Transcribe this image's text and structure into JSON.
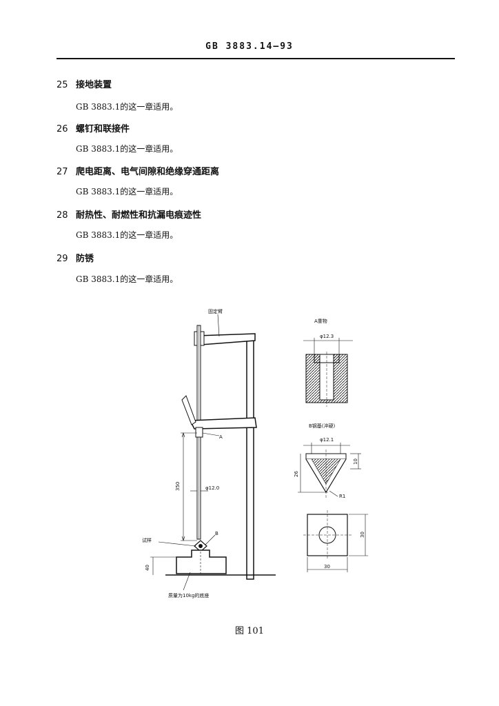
{
  "header": {
    "title": "GB 3883.14—93"
  },
  "sections": [
    {
      "number": "25",
      "title": "接地装置",
      "body": "GB 3883.1的这一章适用。"
    },
    {
      "number": "26",
      "title": "螺钉和联接件",
      "body": "GB 3883.1的这一章适用。"
    },
    {
      "number": "27",
      "title": "爬电距离、电气间隙和绝缘穿通距离",
      "body": "GB 3883.1的这一章适用。"
    },
    {
      "number": "28",
      "title": "耐热性、耐燃性和抗漏电痕迹性",
      "body": "GB 3883.1的这一章适用。"
    },
    {
      "number": "29",
      "title": "防锈",
      "body": "GB 3883.1的这一章适用。"
    }
  ],
  "figure": {
    "label_fixed_arm": "固定臂",
    "label_a_weight": "A重物",
    "label_b_steel": "B钢基(淬硬)",
    "label_sample": "试样",
    "label_base": "质量为10kg的底座",
    "label_a": "A",
    "label_b": "B",
    "dim_350": "350",
    "dim_phi120": "φ12.0",
    "dim_40": "40",
    "dim_phi123": "φ12.3",
    "dim_phi121": "φ12.1",
    "dim_10": "10",
    "dim_26": "26",
    "dim_r1": "R1",
    "dim_30a": "30",
    "dim_30b": "30",
    "caption": "图 101"
  }
}
